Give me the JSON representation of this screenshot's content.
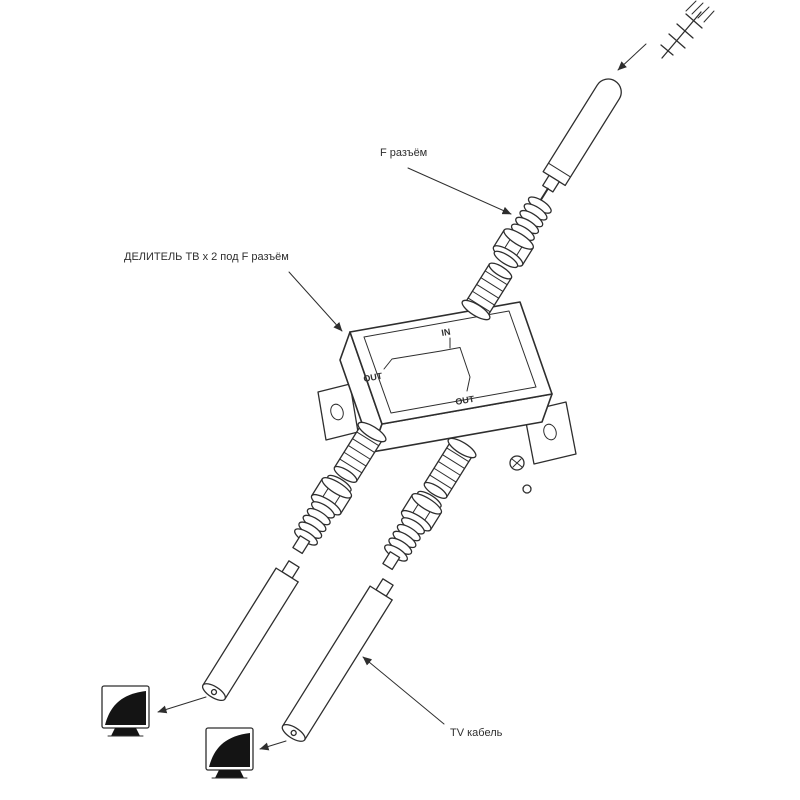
{
  "labels": {
    "f_connector": "F разъём",
    "splitter": "ДЕЛИТЕЛЬ ТВ x 2 под F разъём",
    "tv_cable": "TV кабель"
  },
  "splitter_ports": {
    "in": "IN",
    "out_left": "OUT",
    "out_right": "OUT"
  },
  "colors": {
    "line": "#2e2e2e",
    "background": "#ffffff",
    "tv_screen": "#141414"
  }
}
